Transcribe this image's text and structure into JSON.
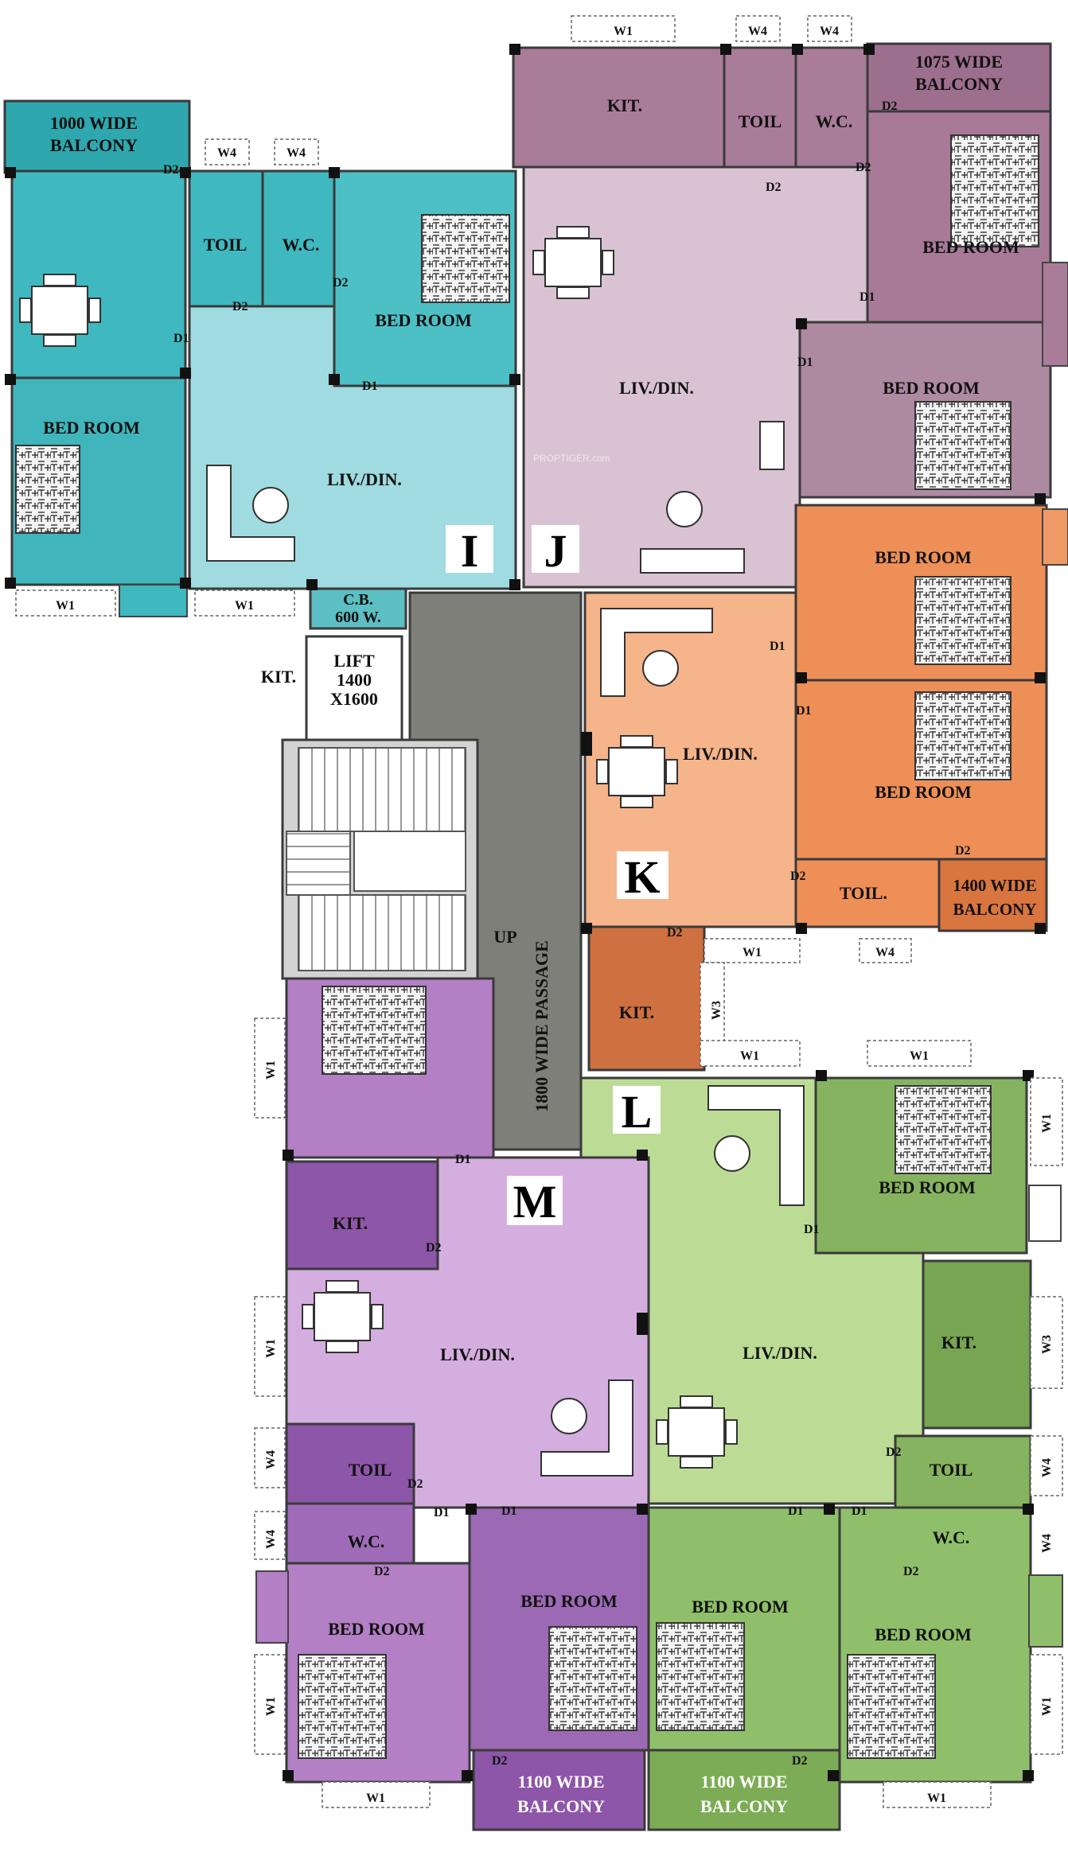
{
  "colors": {
    "unit_I": "#3fb8bf",
    "unit_I_light": "#9fdbe0",
    "unit_J": "#a97c99",
    "unit_J_light": "#d9c3d3",
    "unit_K": "#ef9a66",
    "unit_K_light": "#f6b48a",
    "unit_K_dark": "#cf7040",
    "unit_L": "#8fbf6a",
    "unit_L_light": "#bcdc95",
    "unit_M": "#b37fc5",
    "unit_M_light": "#d5aee0",
    "unit_M_dark": "#8d56a8",
    "passage": "#7f7f79",
    "stair": "#d3d3d3"
  },
  "units": {
    "I": "I",
    "J": "J",
    "K": "K",
    "L": "L",
    "M": "M"
  },
  "labels": {
    "balcony_1000": [
      "1000 WIDE",
      "BALCONY"
    ],
    "balcony_1075": [
      "1075 WIDE",
      "BALCONY"
    ],
    "balcony_1400": [
      "1400 WIDE",
      "BALCONY"
    ],
    "balcony_1100": [
      "1100 WIDE",
      "BALCONY"
    ],
    "bed_room": "BED ROOM",
    "liv_din": "LIV./DIN.",
    "kit": "KIT.",
    "toil": "TOIL",
    "toil_dot": "TOIL.",
    "wc": "W.C.",
    "cb": [
      "C.B.",
      "600 W."
    ],
    "lift": [
      "LIFT",
      "1400",
      "X1600"
    ],
    "passage": "1800 WIDE PASSAGE",
    "up": "UP",
    "watermark": "PROPTIGER.com"
  },
  "codes": {
    "w1": "W1",
    "w3": "W3",
    "w4": "W4",
    "d1": "D1",
    "d2": "D2"
  }
}
